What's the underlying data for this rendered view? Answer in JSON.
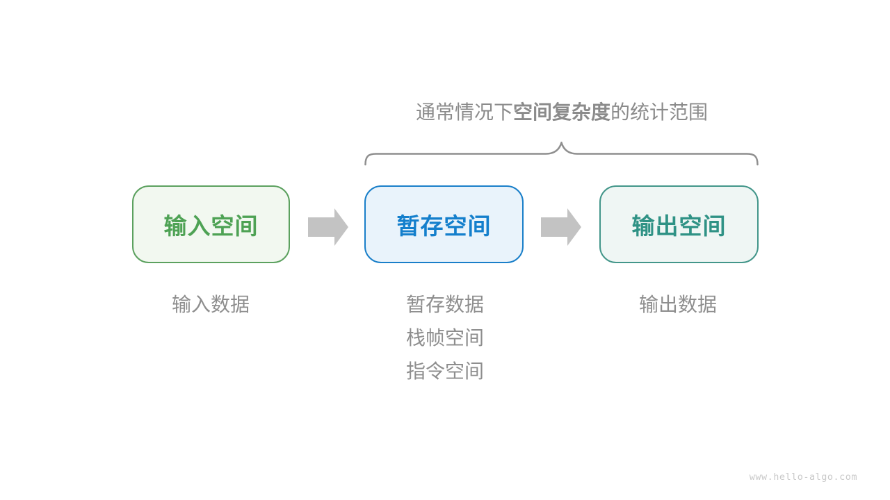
{
  "title": {
    "prefix": "通常情况下",
    "bold": "空间复杂度",
    "suffix": "的统计范围"
  },
  "boxes": [
    {
      "id": "input-space",
      "label": "输入空间"
    },
    {
      "id": "temp-space",
      "label": "暂存空间"
    },
    {
      "id": "output-space",
      "label": "输出空间"
    }
  ],
  "captions": {
    "input": [
      "输入数据"
    ],
    "temp": [
      "暂存数据",
      "栈帧空间",
      "指令空间"
    ],
    "output": [
      "输出数据"
    ]
  },
  "watermark": "www.hello-algo.com",
  "theme": {
    "canvas-bg": "#ffffff",
    "title-text": "#8b8b8b",
    "caption-text": "#8e8e8e",
    "input-border": "#5ca15f",
    "input-bg": "#f2f8f0",
    "input-text": "#4ea254",
    "temp-border": "#1a7fc9",
    "temp-bg": "#e9f3fb",
    "temp-text": "#147fcc",
    "output-border": "#43968a",
    "output-bg": "#eff6f4",
    "output-text": "#2f9285",
    "arrow-fill": "#c3c3c3",
    "brace-stroke": "#8f8f8f",
    "watermark-text": "#c9c9c9"
  }
}
